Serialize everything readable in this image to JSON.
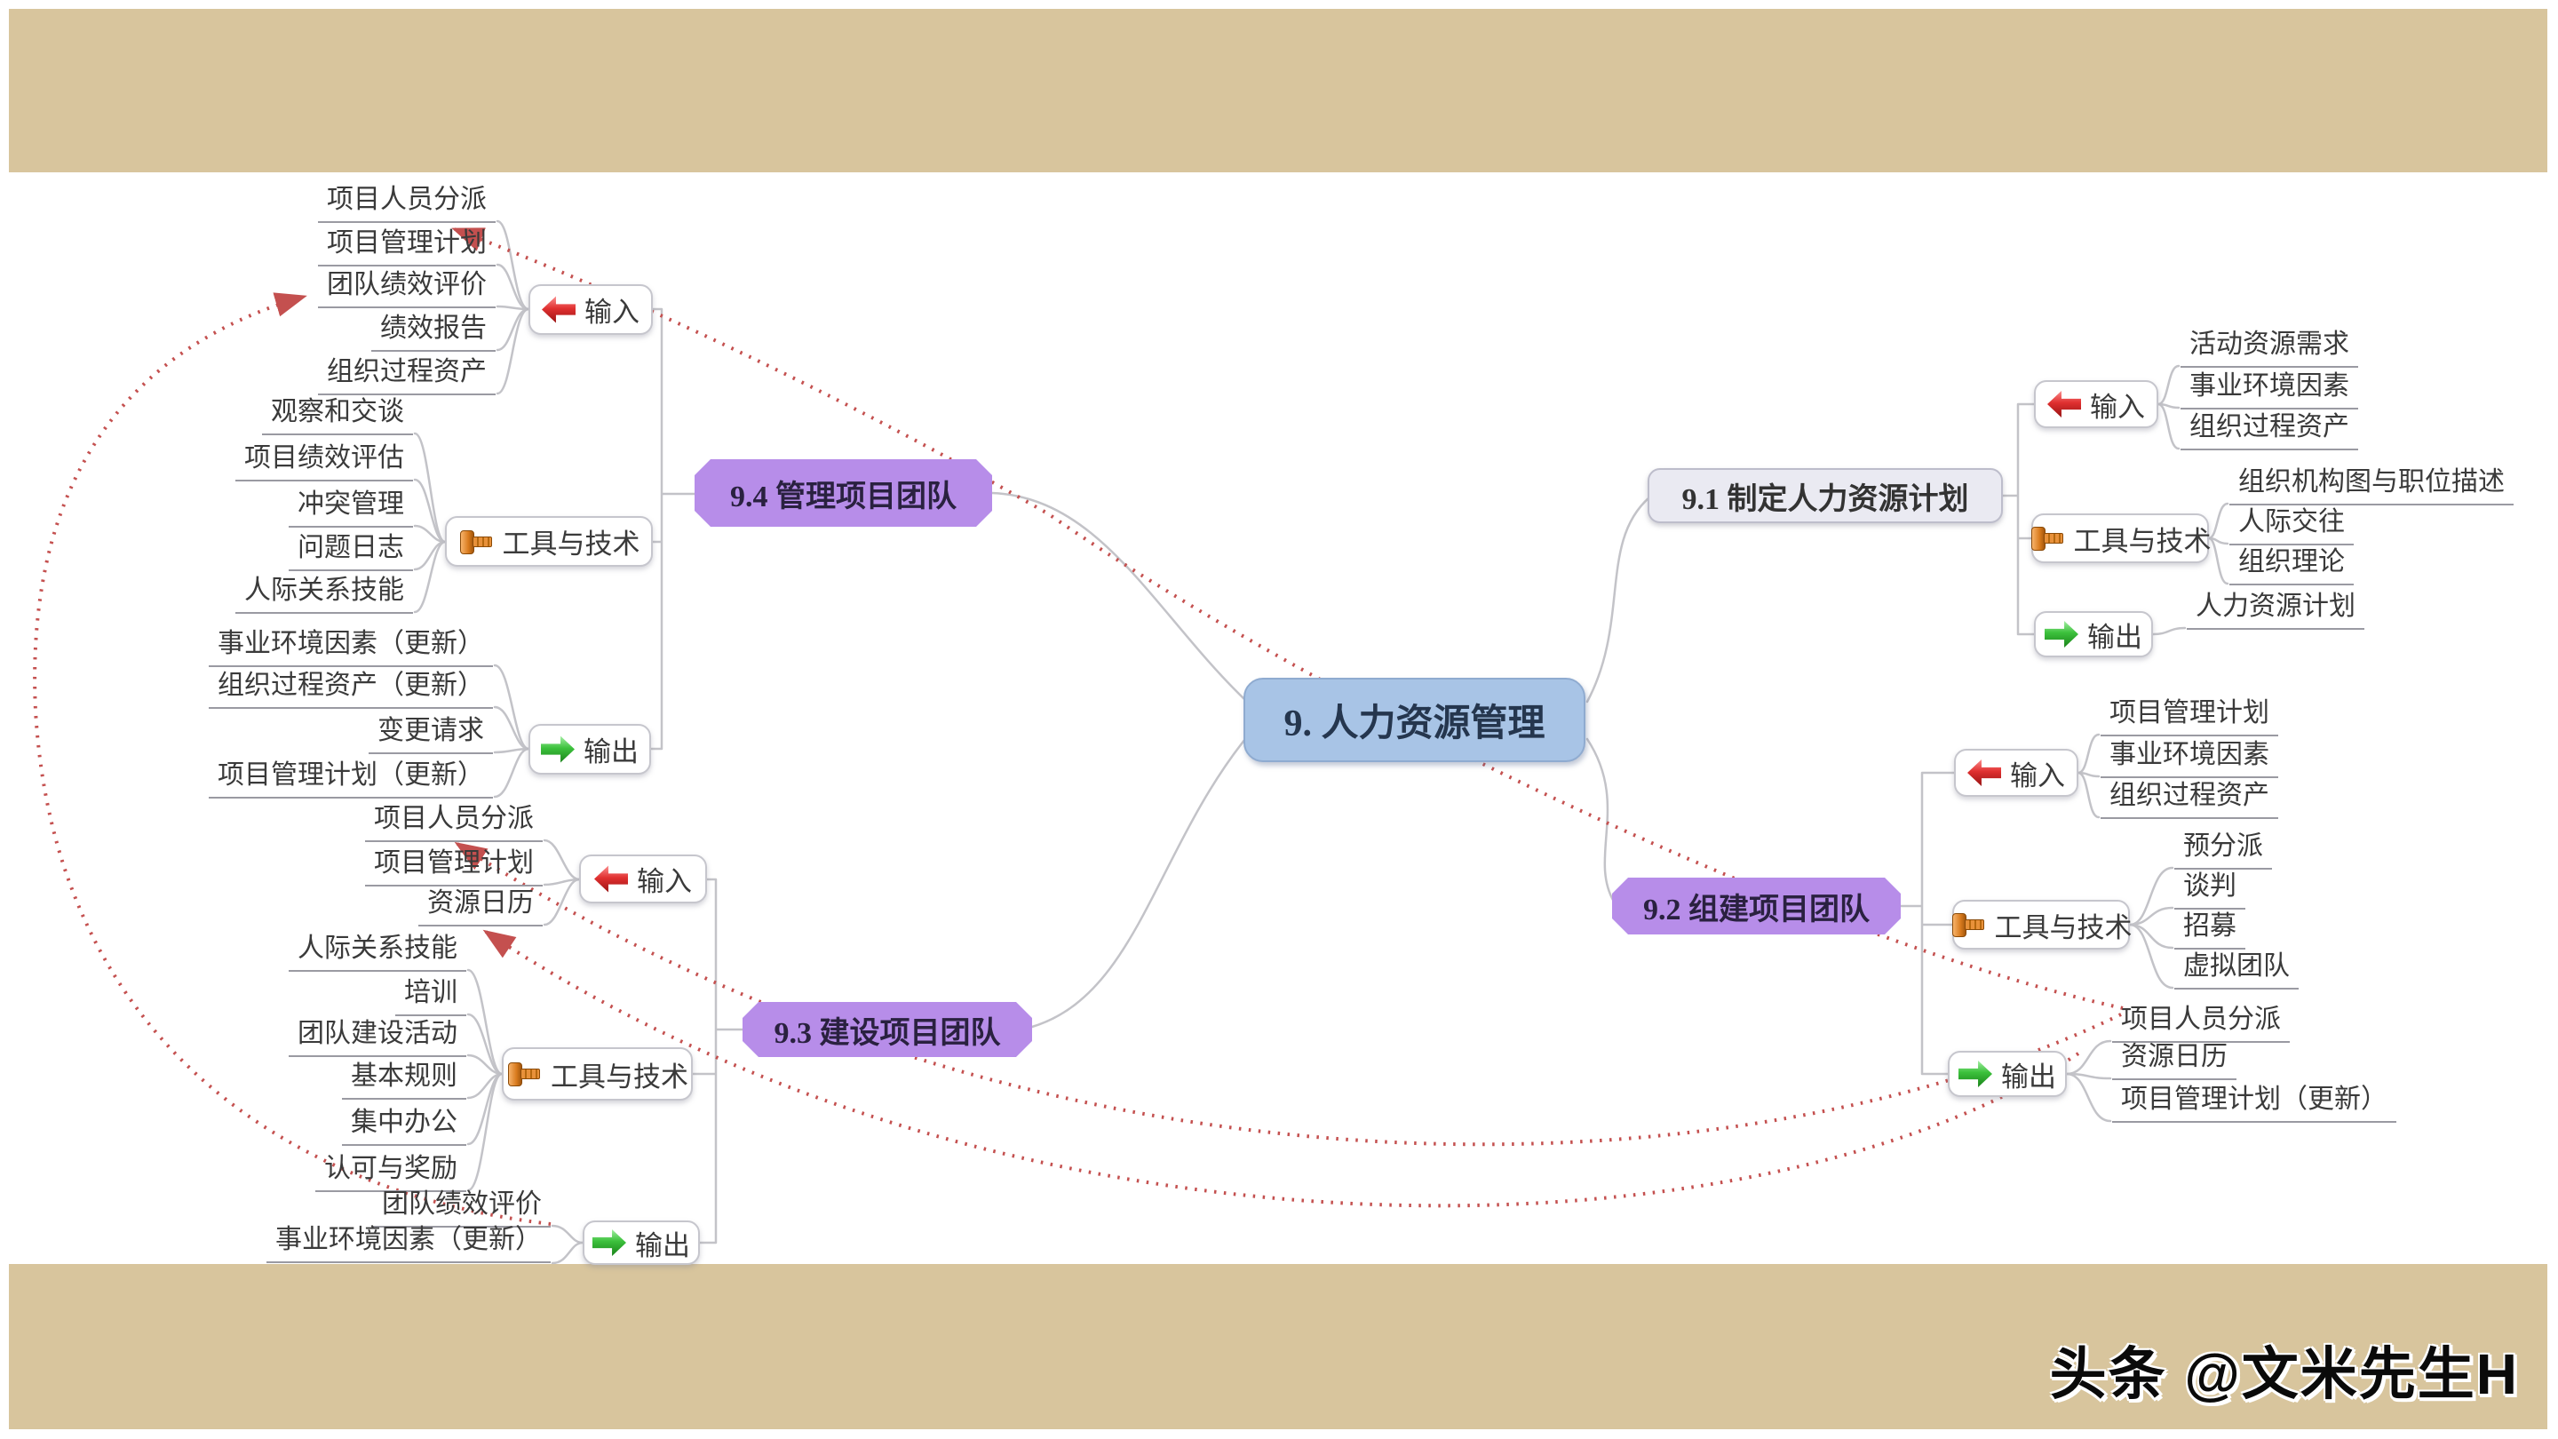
{
  "page": {
    "watermark": "头条 @文米先生H"
  },
  "colors": {
    "banner": "#d8c59d",
    "center_fill": "#a8c4e6",
    "process_purple": "#b78de9",
    "process_gray": "#eaeaf2",
    "dotted_link": "#c4504f",
    "connector_gray": "#c3c3c8"
  },
  "labels": {
    "input": "输入",
    "tools": "工具与技术",
    "output": "输出"
  },
  "icons": {
    "input": "red-arrow-left-icon",
    "tools": "orange-bolt-icon",
    "output": "green-arrow-right-icon"
  },
  "center": {
    "title": "9. 人力资源管理"
  },
  "processes": {
    "p91": {
      "title": "9.1 制定人力资源计划",
      "input": [
        "活动资源需求",
        "事业环境因素",
        "组织过程资产"
      ],
      "tools": [
        "组织机构图与职位描述",
        "人际交往",
        "组织理论"
      ],
      "output": [
        "人力资源计划"
      ]
    },
    "p92": {
      "title": "9.2 组建项目团队",
      "input": [
        "项目管理计划",
        "事业环境因素",
        "组织过程资产"
      ],
      "tools": [
        "预分派",
        "谈判",
        "招募",
        "虚拟团队"
      ],
      "output": [
        "项目人员分派",
        "资源日历",
        "项目管理计划（更新）"
      ]
    },
    "p93": {
      "title": "9.3 建设项目团队",
      "input": [
        "项目人员分派",
        "项目管理计划",
        "资源日历"
      ],
      "tools": [
        "人际关系技能",
        "培训",
        "团队建设活动",
        "基本规则",
        "集中办公",
        "认可与奖励"
      ],
      "output": [
        "团队绩效评价",
        "事业环境因素（更新）"
      ]
    },
    "p94": {
      "title": "9.4 管理项目团队",
      "input": [
        "项目人员分派",
        "项目管理计划",
        "团队绩效评价",
        "绩效报告",
        "组织过程资产"
      ],
      "tools": [
        "观察和交谈",
        "项目绩效评估",
        "冲突管理",
        "问题日志",
        "人际关系技能"
      ],
      "output": [
        "事业环境因素（更新）",
        "组织过程资产（更新）",
        "变更请求",
        "项目管理计划（更新）"
      ]
    }
  }
}
